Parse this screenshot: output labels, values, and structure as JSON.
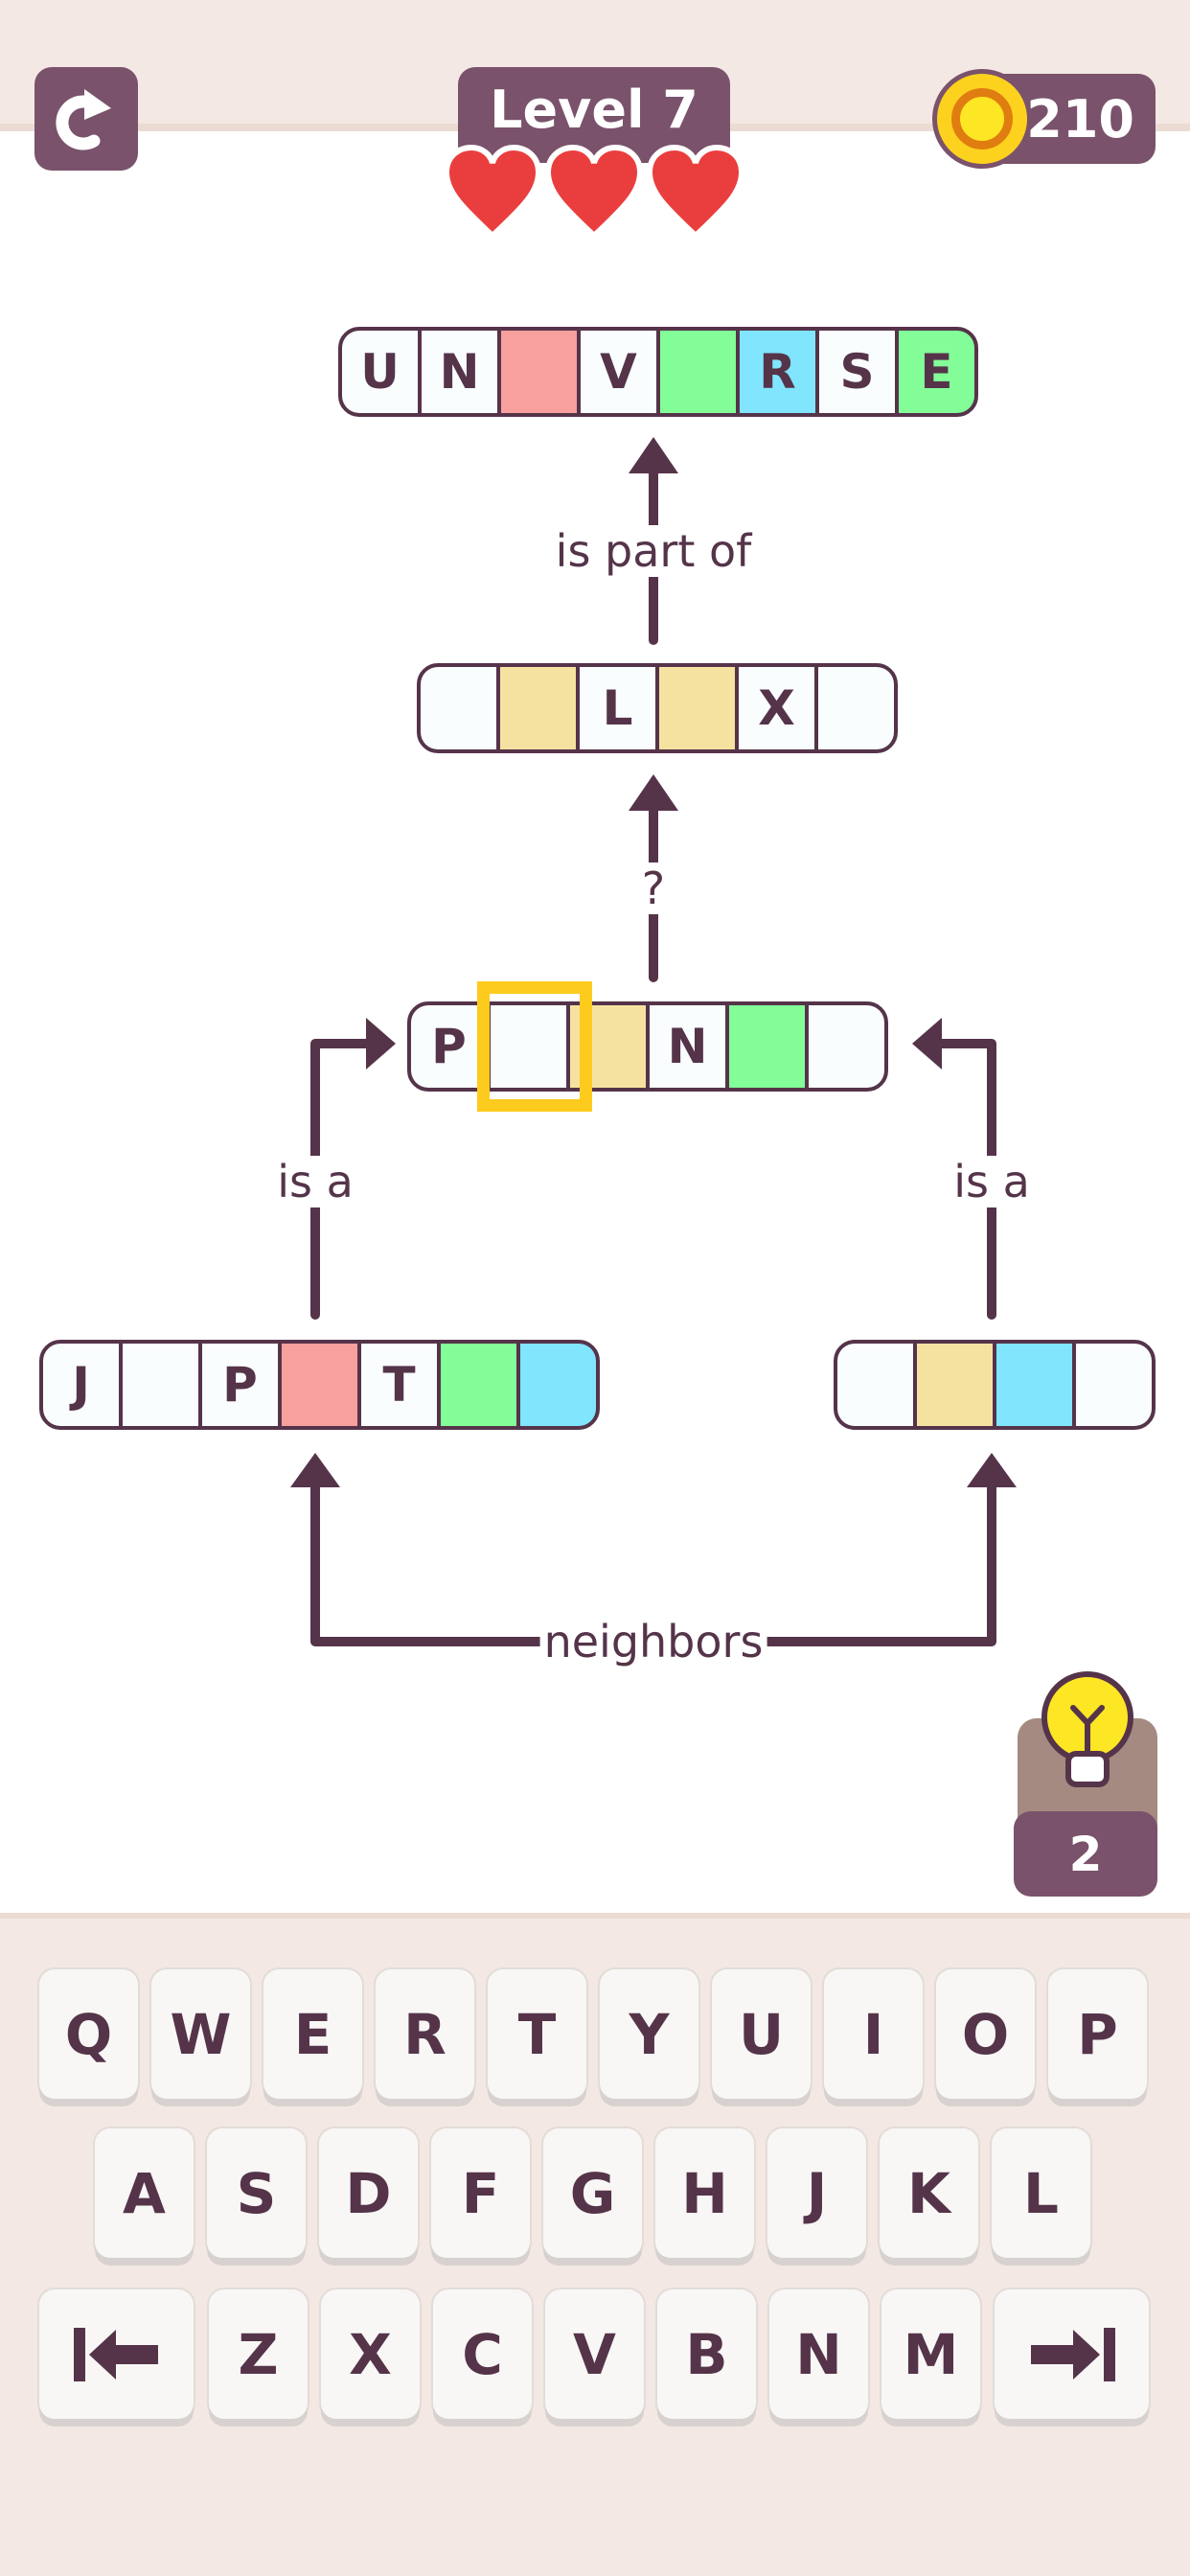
{
  "header": {
    "level": "Level 7",
    "coins": "210",
    "lives": 3
  },
  "colors": {
    "white": "#f9fdfd",
    "pink": "#f7a09e",
    "green": "#83fd98",
    "blue": "#80e5fd",
    "yellow": "#f5e2a0",
    "dark": "#55344a",
    "badge": "#7a526b",
    "heart": "#ea3e3e"
  },
  "words": [
    {
      "id": "universe",
      "cells": [
        [
          "U",
          "white"
        ],
        [
          "N",
          "white"
        ],
        [
          "",
          "pink"
        ],
        [
          "V",
          "white"
        ],
        [
          "",
          "green"
        ],
        [
          "R",
          "blue"
        ],
        [
          "S",
          "white"
        ],
        [
          "E",
          "green"
        ]
      ]
    },
    {
      "id": "galaxy",
      "cells": [
        [
          "",
          "white"
        ],
        [
          "",
          "yellow"
        ],
        [
          "L",
          "white"
        ],
        [
          "",
          "yellow"
        ],
        [
          "X",
          "white"
        ],
        [
          "",
          "white"
        ]
      ]
    },
    {
      "id": "planet",
      "cells": [
        [
          "P",
          "white"
        ],
        [
          "",
          "white"
        ],
        [
          "",
          "yellow"
        ],
        [
          "N",
          "white"
        ],
        [
          "",
          "green"
        ],
        [
          "",
          "white"
        ]
      ]
    },
    {
      "id": "jupiter",
      "cells": [
        [
          "J",
          "white"
        ],
        [
          "",
          "white"
        ],
        [
          "P",
          "white"
        ],
        [
          "",
          "pink"
        ],
        [
          "T",
          "white"
        ],
        [
          "",
          "green"
        ],
        [
          "",
          "blue"
        ]
      ]
    },
    {
      "id": "mars",
      "cells": [
        [
          "",
          "white"
        ],
        [
          "",
          "yellow"
        ],
        [
          "",
          "blue"
        ],
        [
          "",
          "white"
        ]
      ]
    }
  ],
  "relations": {
    "part_of": "is part of",
    "unknown": "?",
    "is_a_left": "is a",
    "is_a_right": "is a",
    "neighbors": "neighbors"
  },
  "hint": {
    "count": "2"
  },
  "keyboard": {
    "rows": [
      [
        "Q",
        "W",
        "E",
        "R",
        "T",
        "Y",
        "U",
        "I",
        "O",
        "P"
      ],
      [
        "A",
        "S",
        "D",
        "F",
        "G",
        "H",
        "J",
        "K",
        "L"
      ],
      [
        "Z",
        "X",
        "C",
        "V",
        "B",
        "N",
        "M"
      ]
    ],
    "backspace": "|←",
    "enter": "→|"
  }
}
